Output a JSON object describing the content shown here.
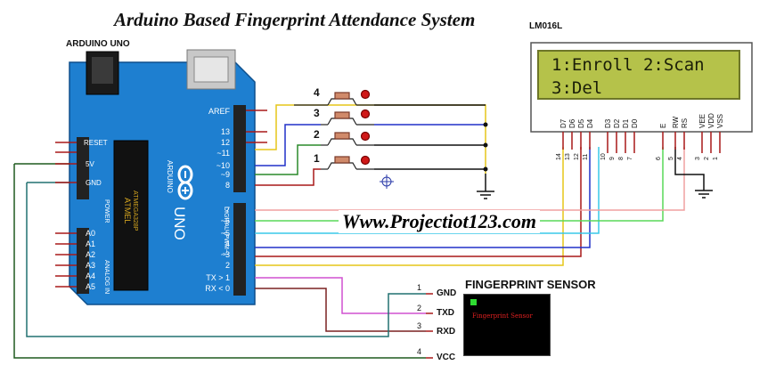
{
  "title": "Arduino Based Fingerprint Attendance System",
  "lcd": {
    "model": "LM016L",
    "line1": "1:Enroll 2:Scan",
    "line2": "3:Del",
    "pins": [
      "D7",
      "D6",
      "D5",
      "D4",
      "D3",
      "D2",
      "D1",
      "D0",
      "E",
      "RW",
      "RS",
      "VEE",
      "VDD",
      "VSS"
    ],
    "pin_numbers": [
      "14",
      "13",
      "12",
      "11",
      "10",
      "9",
      "8",
      "7",
      "6",
      "5",
      "4",
      "3",
      "2",
      "1"
    ]
  },
  "arduino": {
    "label": "ARDUINO UNO",
    "brand": "ARDUINO",
    "model": "UNO",
    "chip": "ATMEL",
    "chip_part": "ATMEGA328P",
    "digital_header": "DIGITAL (PWM~)",
    "power_header": "POWER",
    "analog_header": "ANALOG IN",
    "left_power_pins": [
      "RESET",
      "5V",
      "GND"
    ],
    "analog_pins": [
      "A0",
      "A1",
      "A2",
      "A3",
      "A4",
      "A5"
    ],
    "digital_pins": [
      "AREF",
      "13",
      "12",
      "~11",
      "~10",
      "~9",
      "8",
      "7",
      "~6",
      "~5",
      "4",
      "~3",
      "2",
      "TX > 1",
      "RX < 0"
    ]
  },
  "buttons": [
    "4",
    "3",
    "2",
    "1"
  ],
  "website": "Www.Projectiot123.com",
  "fingerprint": {
    "title": "FINGERPRINT SENSOR",
    "inner_text": "Fingerprint Sensor",
    "pins": [
      {
        "num": "1",
        "name": "GND"
      },
      {
        "num": "2",
        "name": "TXD"
      },
      {
        "num": "3",
        "name": "RXD"
      },
      {
        "num": "4",
        "name": "VCC"
      }
    ]
  },
  "colors": {
    "board": "#1e7fd0",
    "lcd_screen": "#b5c24a",
    "wire_yellow": "#e6c619",
    "wire_blue": "#2030c8",
    "wire_green": "#2a8a2a",
    "wire_cyan": "#38c8e8",
    "wire_lime": "#58d858",
    "wire_pink": "#f0a0a0",
    "wire_magenta": "#d050d0",
    "wire_red": "#a81818",
    "wire_teal": "#207070",
    "wire_darkgreen": "#1e5a1e",
    "wire_brown": "#7a2020"
  }
}
